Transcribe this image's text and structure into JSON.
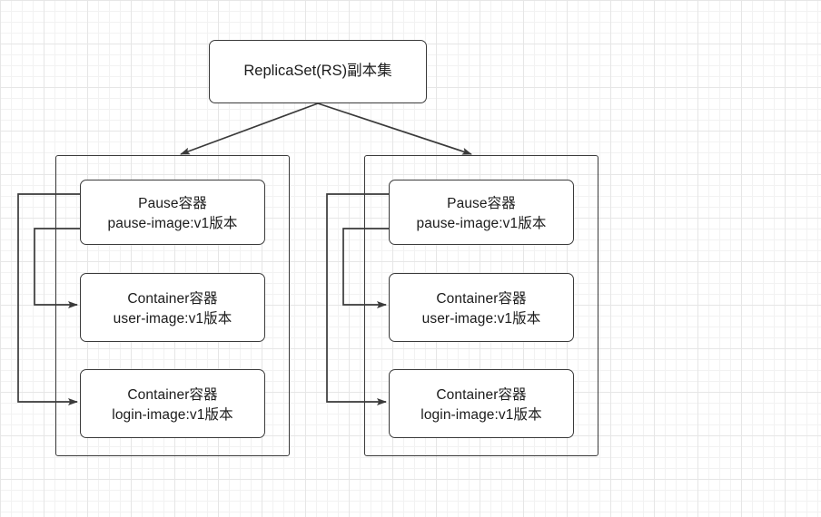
{
  "diagram": {
    "title_node": {
      "label": "ReplicaSet(RS)副本集"
    },
    "pods": [
      {
        "name": "pod-left",
        "containers": [
          {
            "name": "pause",
            "line1": "Pause容器",
            "line2": "pause-image:v1版本"
          },
          {
            "name": "user",
            "line1": "Container容器",
            "line2": "user-image:v1版本"
          },
          {
            "name": "login",
            "line1": "Container容器",
            "line2": "login-image:v1版本"
          }
        ]
      },
      {
        "name": "pod-right",
        "containers": [
          {
            "name": "pause",
            "line1": "Pause容器",
            "line2": "pause-image:v1版本"
          },
          {
            "name": "user",
            "line1": "Container容器",
            "line2": "user-image:v1版本"
          },
          {
            "name": "login",
            "line1": "Container容器",
            "line2": "login-image:v1版本"
          }
        ]
      }
    ],
    "colors": {
      "stroke": "#3a3a3a",
      "text": "#1b1b1b",
      "node_fill": "#ffffff",
      "canvas": "#ffffff",
      "grid_minor": "#f2f2f2",
      "grid_major": "#e6e6e6"
    }
  }
}
